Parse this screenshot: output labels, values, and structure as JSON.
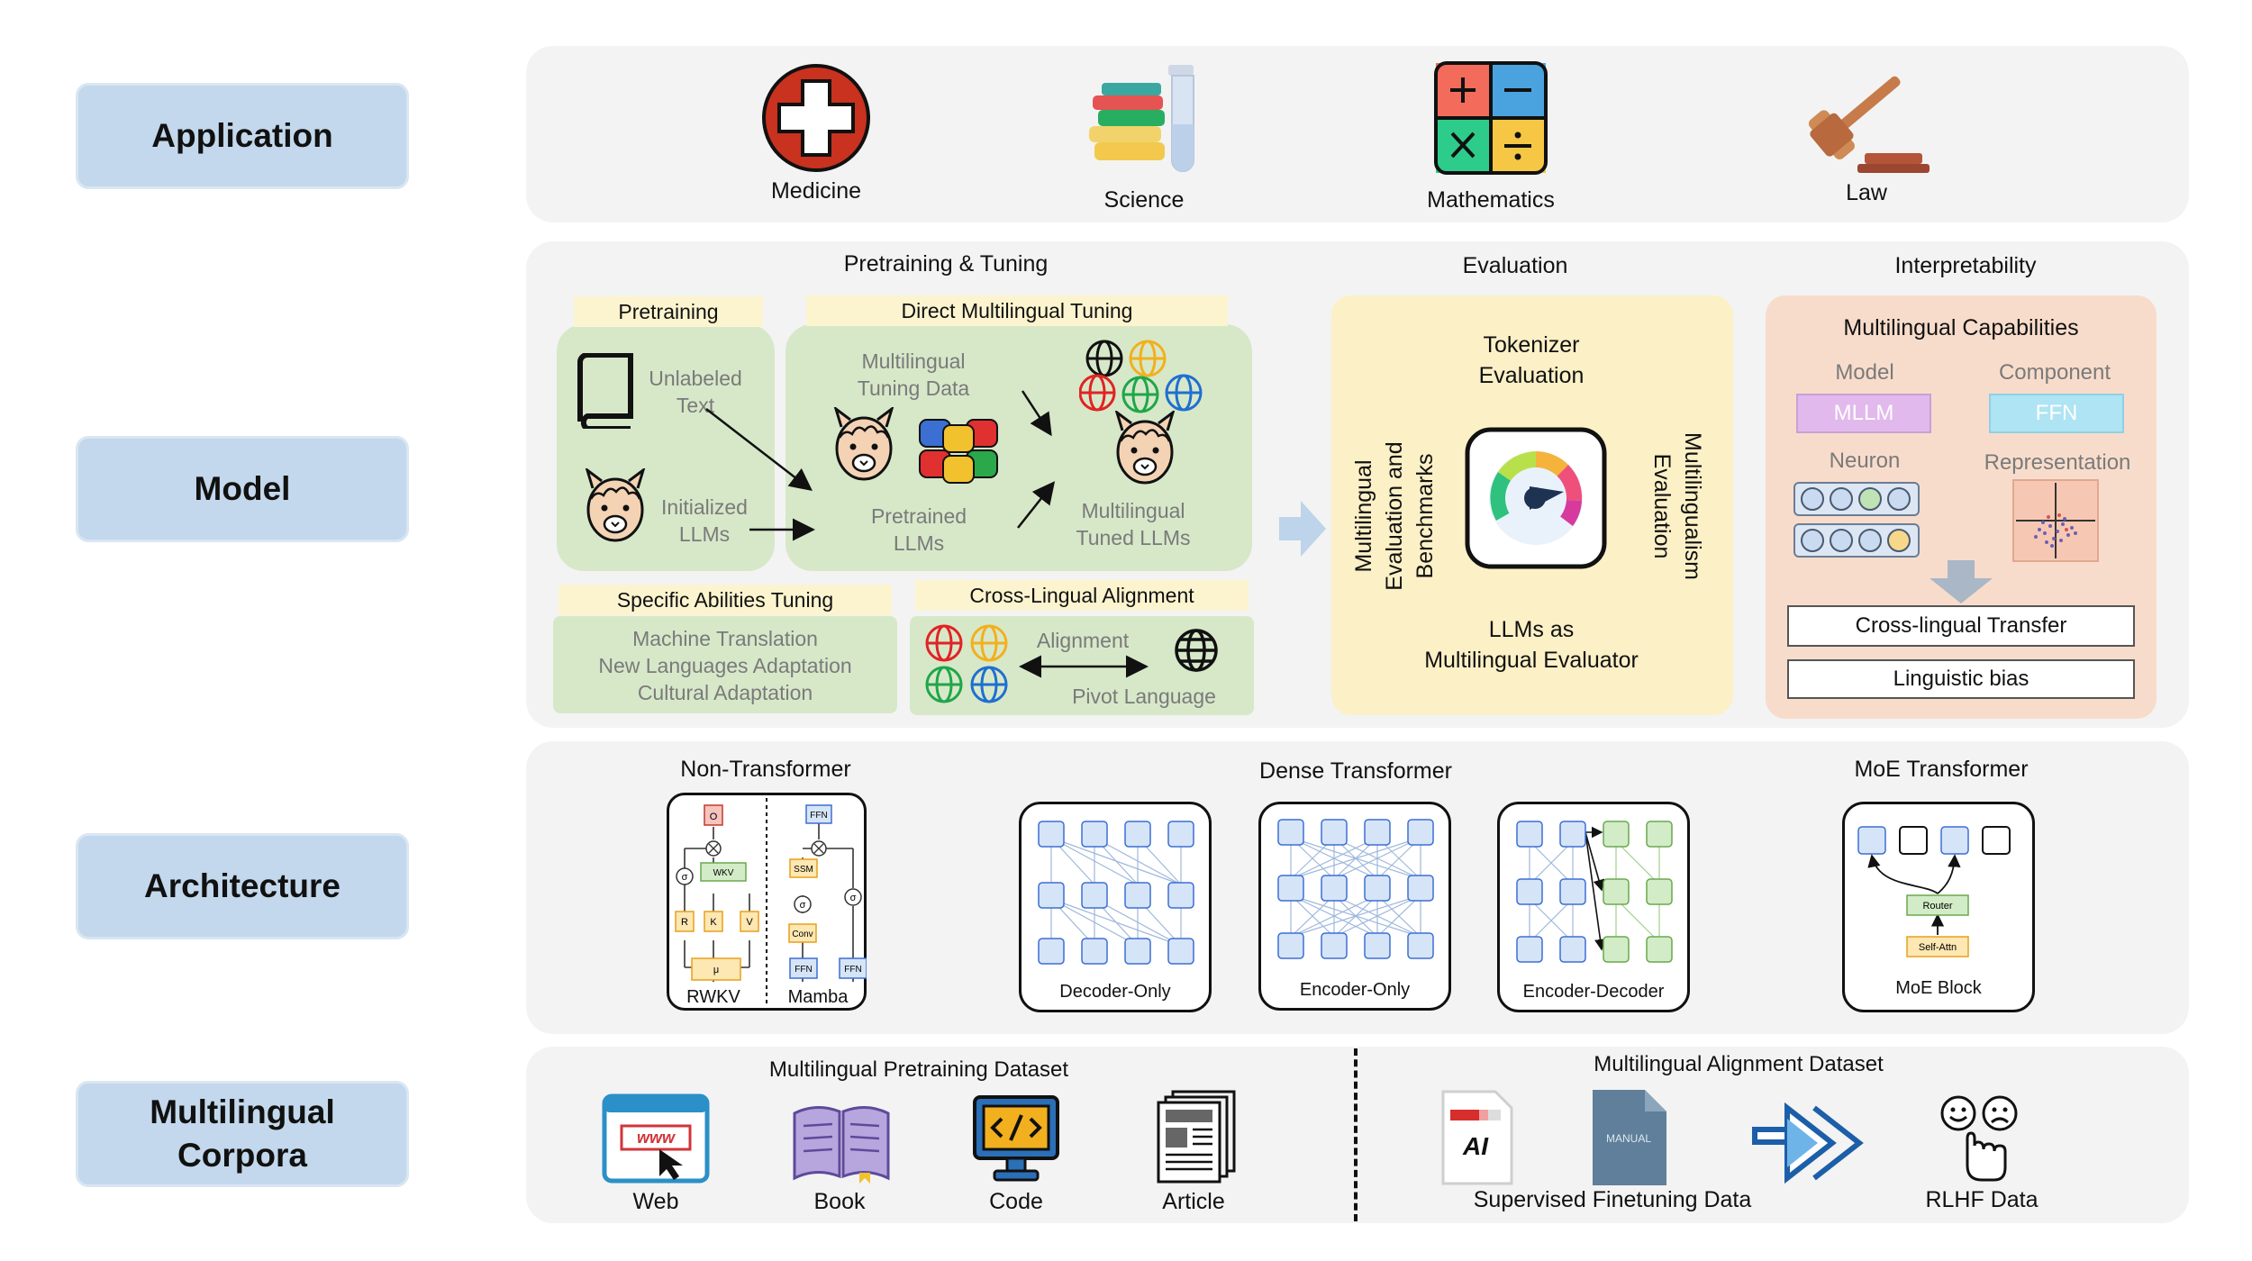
{
  "rows": {
    "application": "Application",
    "model": "Model",
    "architecture": "Architecture",
    "corpora_line1": "Multilingual",
    "corpora_line2": "Corpora"
  },
  "applications": [
    {
      "label": "Medicine",
      "icon": "medical-cross-icon"
    },
    {
      "label": "Science",
      "icon": "books-flask-icon"
    },
    {
      "label": "Mathematics",
      "icon": "math-operators-icon"
    },
    {
      "label": "Law",
      "icon": "gavel-icon"
    }
  ],
  "model": {
    "pretraining_tuning": "Pretraining & Tuning",
    "evaluation": "Evaluation",
    "interpretability": "Interpretability",
    "pretraining": {
      "title": "Pretraining",
      "unlabeled_1": "Unlabeled",
      "unlabeled_2": "Text",
      "initialized_1": "Initialized",
      "initialized_2": "LLMs"
    },
    "direct_tuning": {
      "title": "Direct Multilingual Tuning",
      "data_1": "Multilingual",
      "data_2": "Tuning Data",
      "pretrained_1": "Pretrained",
      "pretrained_2": "LLMs",
      "tuned_1": "Multilingual",
      "tuned_2": "Tuned LLMs"
    },
    "specific": {
      "title": "Specific Abilities Tuning",
      "items": [
        "Machine Translation",
        "New Languages Adaptation",
        "Cultural Adaptation"
      ]
    },
    "crosslingual": {
      "title": "Cross-Lingual Alignment",
      "alignment": "Alignment",
      "pivot": "Pivot Language"
    },
    "eval": {
      "tokenizer_1": "Tokenizer",
      "tokenizer_2": "Evaluation",
      "left_1": "Multilingual",
      "left_2": "Evaluation and",
      "left_3": "Benchmarks",
      "right_1": "Multilingualism",
      "right_2": "Evaluation",
      "bottom_1": "LLMs as",
      "bottom_2": "Multilingual Evaluator"
    },
    "interp": {
      "title": "Multilingual Capabilities",
      "model": "Model",
      "component": "Component",
      "mllm": "MLLM",
      "ffn": "FFN",
      "neuron": "Neuron",
      "representation": "Representation",
      "transfer": "Cross-lingual Transfer",
      "bias": "Linguistic bias"
    }
  },
  "architecture": {
    "non_transformer": "Non-Transformer",
    "dense": "Dense Transformer",
    "moe": "MoE Transformer",
    "rwkv": "RWKV",
    "mamba": "Mamba",
    "decoder_only": "Decoder-Only",
    "encoder_only": "Encoder-Only",
    "encoder_decoder": "Encoder-Decoder",
    "moe_block": "MoE Block",
    "router": "Router",
    "self_attn": "Self-Attn",
    "rwkv_labels": {
      "o": "O",
      "wkv": "WKV",
      "r": "R",
      "k": "K",
      "v": "V",
      "mu": "μ",
      "sigma": "σ"
    },
    "mamba_labels": {
      "ffn": "FFN",
      "ssm": "SSM",
      "conv": "Conv",
      "sigma": "σ"
    }
  },
  "corpora": {
    "pretraining_dataset": "Multilingual Pretraining Dataset",
    "alignment_dataset": "Multilingual Alignment Dataset",
    "items": [
      {
        "label": "Web",
        "icon": "web-browser-icon"
      },
      {
        "label": "Book",
        "icon": "open-book-icon"
      },
      {
        "label": "Code",
        "icon": "code-monitor-icon"
      },
      {
        "label": "Article",
        "icon": "newspaper-icon"
      }
    ],
    "www": "www",
    "ai": "AI",
    "manual": "MANUAL",
    "sft": "Supervised Finetuning Data",
    "rlhf": "RLHF Data"
  }
}
